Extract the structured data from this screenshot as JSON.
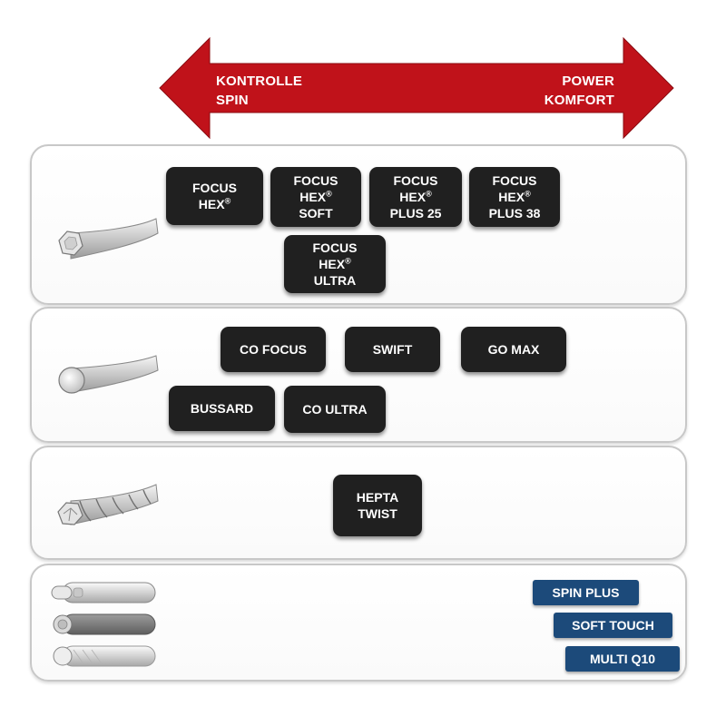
{
  "arrow": {
    "color": "#c0121a",
    "left_lines": [
      "KONTROLLE",
      "SPIN"
    ],
    "right_lines": [
      "POWER",
      "KOMFORT"
    ]
  },
  "panels": [
    {
      "name": "hexagonal",
      "tiles": [
        {
          "lines": [
            "FOCUS",
            "HEX®"
          ]
        },
        {
          "lines": [
            "FOCUS",
            "HEX®",
            "SOFT"
          ]
        },
        {
          "lines": [
            "FOCUS",
            "HEX®",
            "PLUS 25"
          ]
        },
        {
          "lines": [
            "FOCUS",
            "HEX®",
            "PLUS 38"
          ]
        },
        {
          "lines": [
            "FOCUS",
            "HEX®",
            "ULTRA"
          ]
        }
      ]
    },
    {
      "name": "round",
      "tiles": [
        {
          "lines": [
            "CO FOCUS"
          ]
        },
        {
          "lines": [
            "SWIFT"
          ]
        },
        {
          "lines": [
            "GO MAX"
          ]
        },
        {
          "lines": [
            "BUSSARD"
          ]
        },
        {
          "lines": [
            "CO ULTRA"
          ]
        }
      ]
    },
    {
      "name": "twisted",
      "tiles": [
        {
          "lines": [
            "HEPTA",
            "TWIST"
          ]
        }
      ]
    },
    {
      "name": "multifilament",
      "tags": [
        "SPIN PLUS",
        "SOFT TOUCH",
        "MULTI Q10"
      ]
    }
  ],
  "colors": {
    "tile": "#202020",
    "tag": "#1c4a7a",
    "panel_border": "#c8c8c8"
  },
  "icons": [
    "hexagonal-string-icon",
    "round-string-icon",
    "twisted-string-icon",
    "multifilament-string-icon"
  ]
}
